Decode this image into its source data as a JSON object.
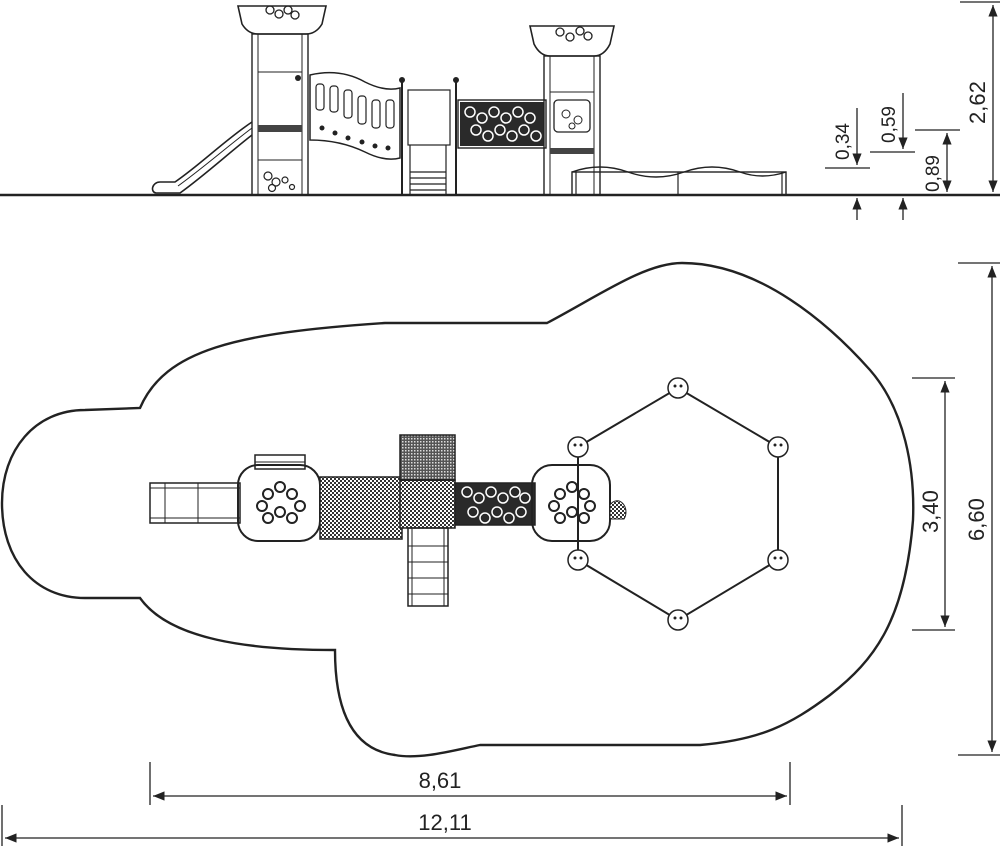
{
  "elevation": {
    "heights": {
      "total": "2,62",
      "platform_high": "0,89",
      "platform_mid": "0,59",
      "platform_low": "0,34"
    }
  },
  "plan": {
    "dimensions": {
      "overall_length": "12,11",
      "equipment_length": "8,61",
      "overall_width": "6,60",
      "equipment_width": "3,40"
    }
  }
}
